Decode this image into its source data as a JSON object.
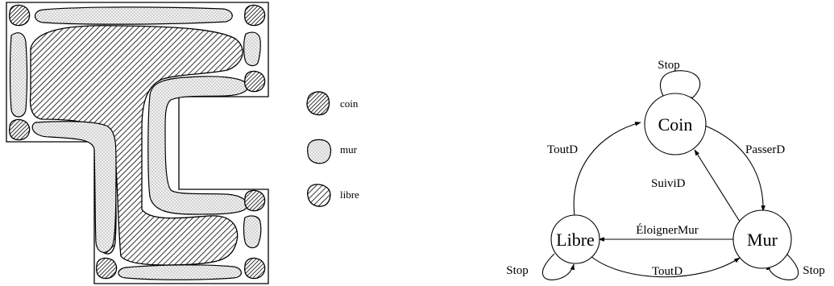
{
  "legend": {
    "items": [
      {
        "key": "coin",
        "label": "coin",
        "pattern": "dense-hatch"
      },
      {
        "key": "mur",
        "label": "mur",
        "pattern": "dots"
      },
      {
        "key": "libre",
        "label": "libre",
        "pattern": "hatch"
      }
    ]
  },
  "fsm": {
    "states": {
      "coin": "Coin",
      "libre": "Libre",
      "mur": "Mur"
    },
    "transitions": {
      "coin_self": "Stop",
      "coin_to_mur": "PasserD",
      "libre_to_coin": "ToutD",
      "mur_to_coin": "SuiviD",
      "mur_to_libre": "ÉloignerMur",
      "libre_to_mur": "ToutD",
      "libre_self": "Stop",
      "mur_self": "Stop"
    }
  },
  "colors": {
    "stroke": "#000000",
    "region_fill": "#ffffff"
  }
}
